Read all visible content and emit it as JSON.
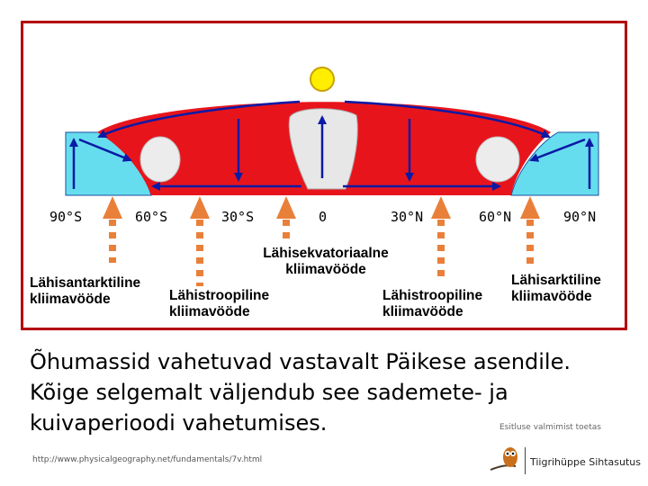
{
  "ticks": [
    "90°S",
    "60°S",
    "30°S",
    "0",
    "30°N",
    "60°N",
    "90°N"
  ],
  "labels": {
    "south_polar_1": "Lähisantarktiline",
    "south_polar_2": "kliimavööde",
    "south_trop_1": "Lähistroopiline",
    "south_trop_2": "kliimavööde",
    "equatorial_1": "Lähisekvatoriaalne",
    "equatorial_2": "kliimavööde",
    "north_trop_1": "Lähistroopiline",
    "north_trop_2": "kliimavööde",
    "north_polar_1": "Lähisarktiline",
    "north_polar_2": "kliimavööde"
  },
  "caption": "Õhumassid vahetuvad vastavalt Päikese asendile. Kõige selgemalt väljendub see sademete- ja kuivaperioodi vahetumises.",
  "source_url": "http://www.physicalgeography.net/fundamentals/7v.html",
  "sponsor_text": "Esitluse valmimist toetas",
  "foundation_name": "Tiigrihüppe Sihtasutus",
  "colors": {
    "frame": "#b30000",
    "warm_air": "#e8141b",
    "cold_air": "#66ddee",
    "arrow_blue": "#0a1aa6",
    "indicator": "#e9803a",
    "sun": "#ffee00"
  }
}
